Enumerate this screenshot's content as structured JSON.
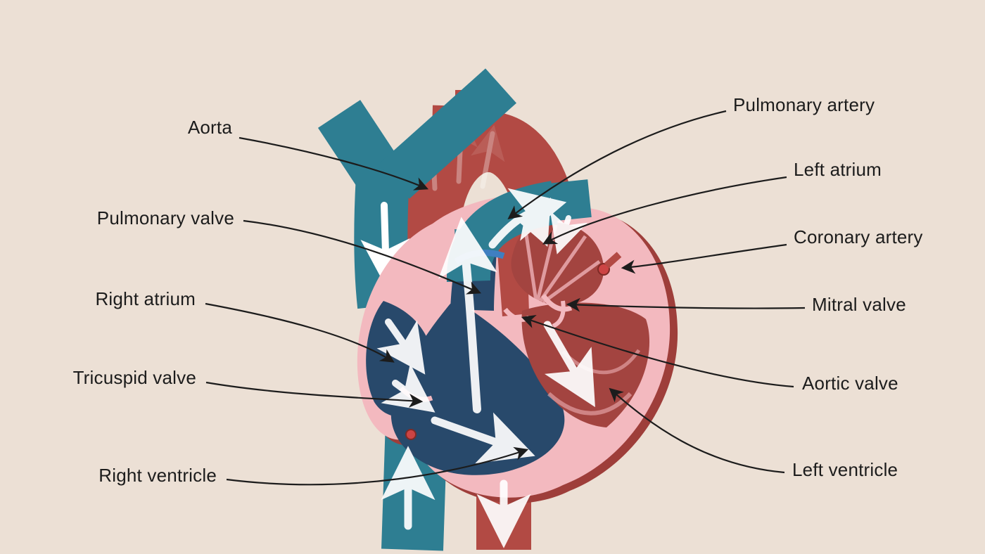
{
  "diagram": {
    "type": "anatomy",
    "subject": "human heart cross-section with blood flow arrows"
  },
  "labels": {
    "aorta": "Aorta",
    "pulmonary_valve": "Pulmonary valve",
    "right_atrium": "Right atrium",
    "tricuspid_valve": "Tricuspid valve",
    "right_ventricle": "Right ventricle",
    "pulmonary_artery": "Pulmonary artery",
    "left_atrium": "Left atrium",
    "coronary_artery": "Coronary artery",
    "mitral_valve": "Mitral valve",
    "aortic_valve": "Aortic valve",
    "left_ventricle": "Left ventricle"
  },
  "colors": {
    "background": "#ece0d5",
    "vein_teal": "#2e7e92",
    "vein_teal_dark": "#256a7c",
    "artery_red": "#b24a44",
    "rim_red": "#9e3e3a",
    "heart_pink": "#f3b9bf",
    "chamber_blue": "#28496b",
    "chamber_red": "#a34440",
    "valve_blue": "#3f7fc1",
    "flow_arrow": "#ffffff",
    "label_text": "#1c1c1c"
  }
}
